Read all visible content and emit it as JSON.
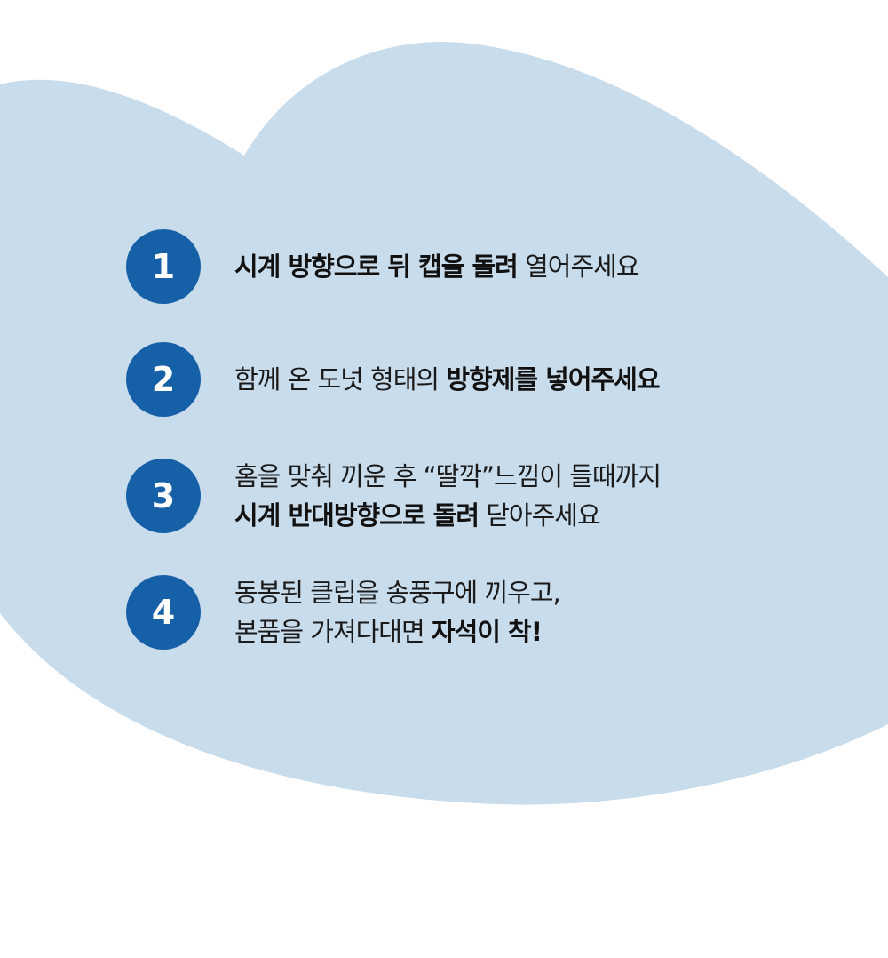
{
  "colors": {
    "cloud": "#c9dcec",
    "badge": "#1660a8"
  },
  "steps": [
    {
      "number": "1",
      "lines": [
        [
          {
            "t": "시계 방향으로 뒤 캡을 돌려",
            "b": true
          },
          {
            "t": " 열어주세요",
            "b": false
          }
        ]
      ]
    },
    {
      "number": "2",
      "lines": [
        [
          {
            "t": "함께 온 도넛 형태의 ",
            "b": false
          },
          {
            "t": "방향제를 넣어주세요",
            "b": true
          }
        ]
      ]
    },
    {
      "number": "3",
      "lines": [
        [
          {
            "t": "홈을 맞춰 끼운 후 “딸깍”느낌이 들때까지",
            "b": false
          }
        ],
        [
          {
            "t": "시계 반대방향으로 돌려",
            "b": true
          },
          {
            "t": " 닫아주세요",
            "b": false
          }
        ]
      ]
    },
    {
      "number": "4",
      "lines": [
        [
          {
            "t": "동봉된 클립을 송풍구에 끼우고,",
            "b": false
          }
        ],
        [
          {
            "t": "본품을 가져다대면 ",
            "b": false
          },
          {
            "t": "자석이 착!",
            "b": true
          }
        ]
      ]
    }
  ]
}
